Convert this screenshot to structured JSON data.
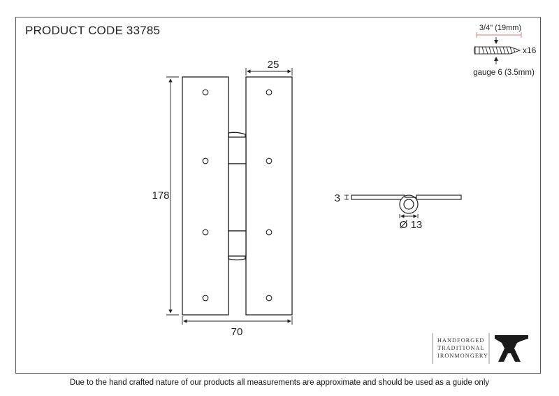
{
  "header": {
    "product_code": "PRODUCT CODE 33785"
  },
  "dimensions": {
    "plate_width": "25",
    "height": "178",
    "overall_width": "70",
    "thickness": "3",
    "knuckle_diameter": "Ø 13"
  },
  "screw_spec": {
    "length": "3/4\" (19mm)",
    "quantity": "x16",
    "gauge": "gauge 6 (3.5mm)"
  },
  "brand": {
    "line1": "HANDFORGED",
    "line2": "TRADITIONAL",
    "line3": "IRONMONGERY",
    "logo": "anvil-icon"
  },
  "footer": {
    "note": "Due to the hand crafted nature of our products all measurements are approximate and should be used as a guide only"
  },
  "colors": {
    "line": "#222222",
    "frame": "#555555",
    "background": "#ffffff"
  }
}
